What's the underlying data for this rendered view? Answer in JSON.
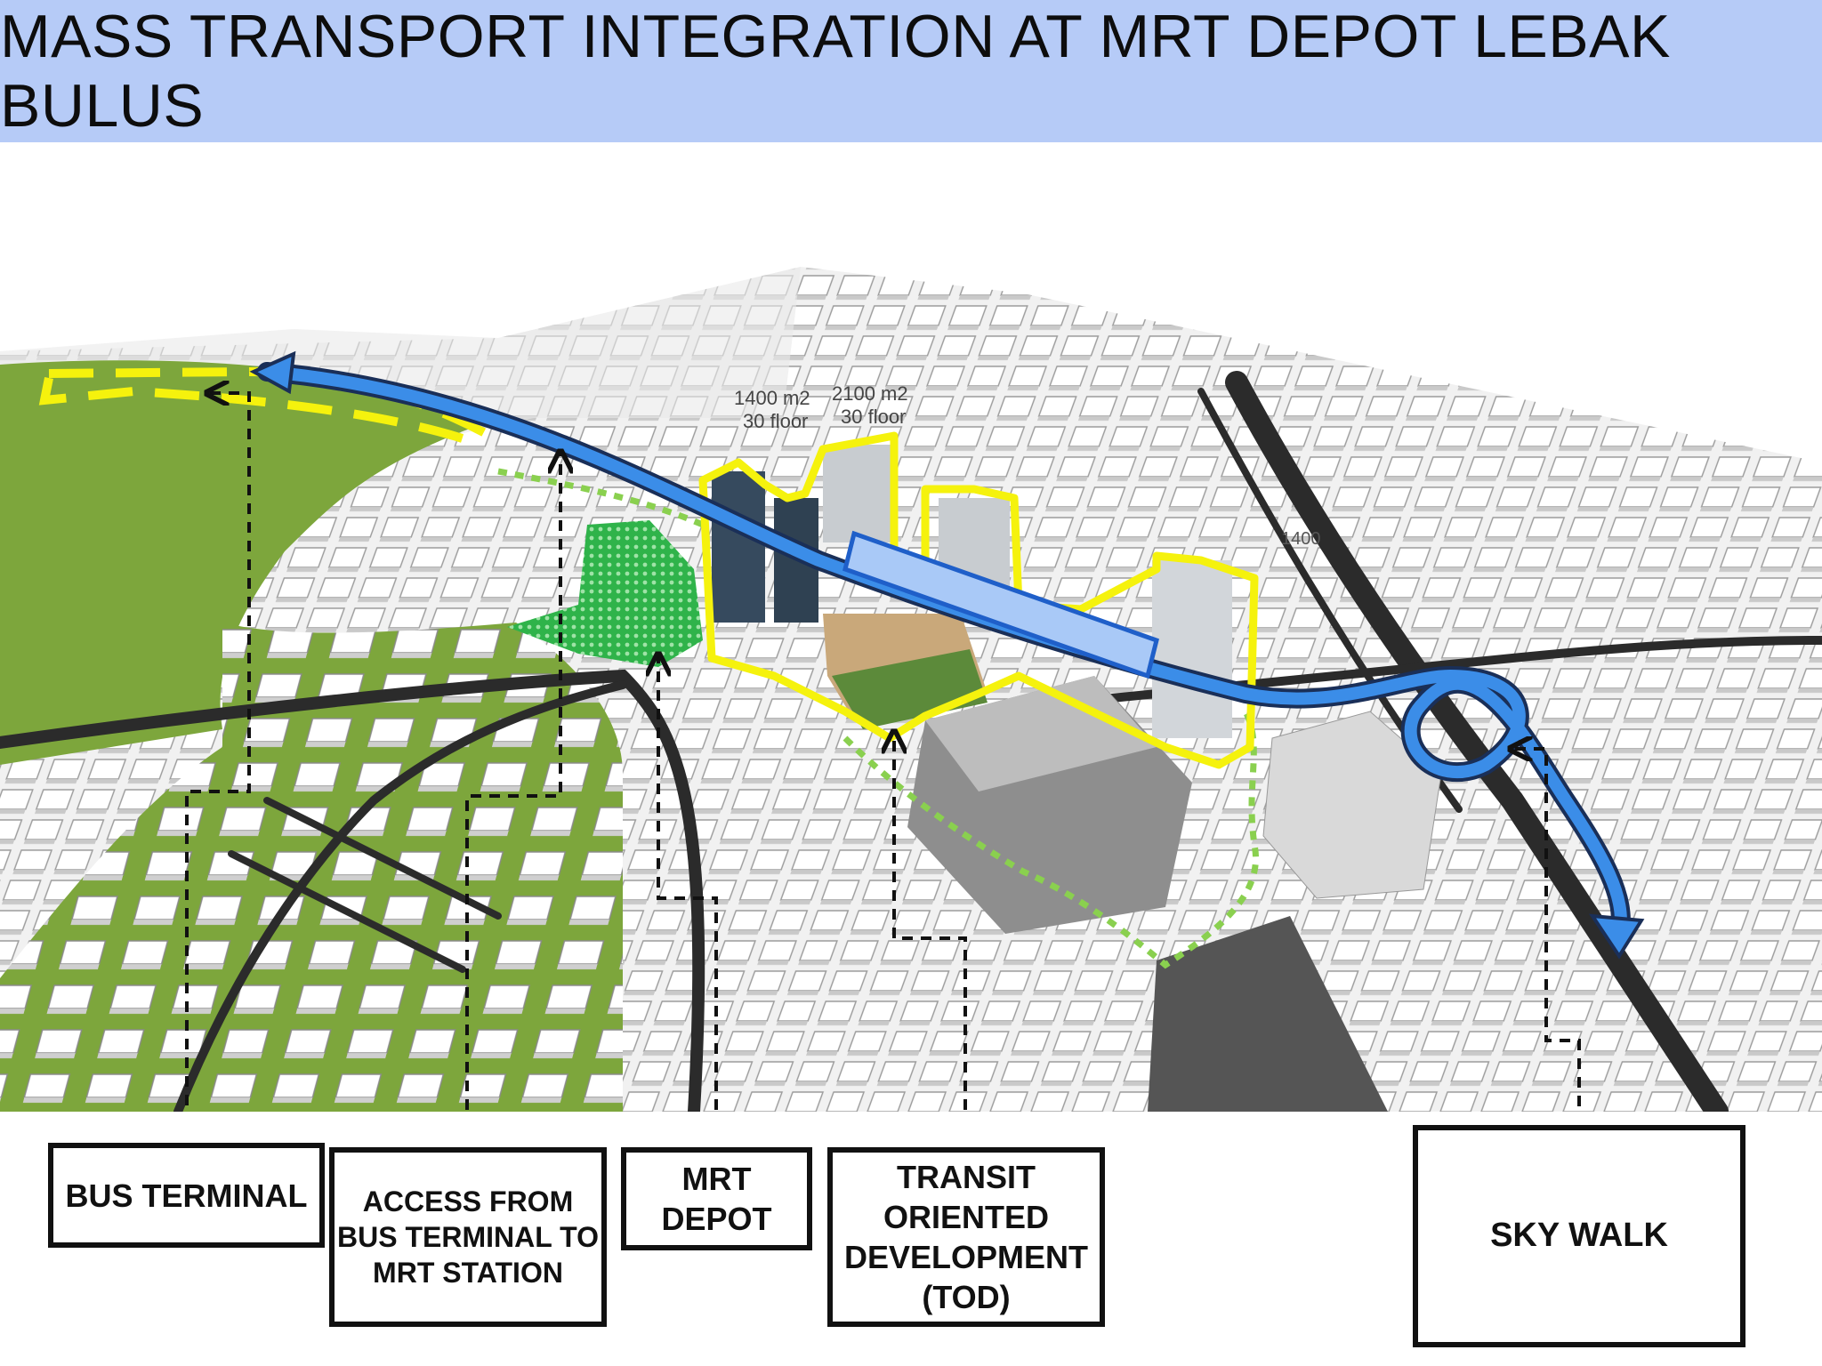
{
  "title": "MASS TRANSPORT INTEGRATION AT MRT DEPOT LEBAK BULUS",
  "map_annotations": {
    "tower_a": "1400 m2\n30 floor",
    "tower_b": "2100 m2\n30 floor",
    "small_label": "1400"
  },
  "labels": {
    "bus_terminal": "BUS TERMINAL",
    "access": "ACCESS FROM\nBUS TERMINAL  TO\nMRT STATION",
    "mrt_depot": "MRT\nDEPOT",
    "tod": "TRANSIT\nORIENTED\nDEVELOPMENT\n(TOD)",
    "sky_walk": "SKY WALK"
  },
  "colors": {
    "title_bar": "#b6cbf7",
    "green_area": "#7da63c",
    "mrt_line": "#3b8de8",
    "tod_outline": "#f5f20d",
    "bus_outline": "#f5f20d",
    "park_dots": "#2fb34a"
  }
}
